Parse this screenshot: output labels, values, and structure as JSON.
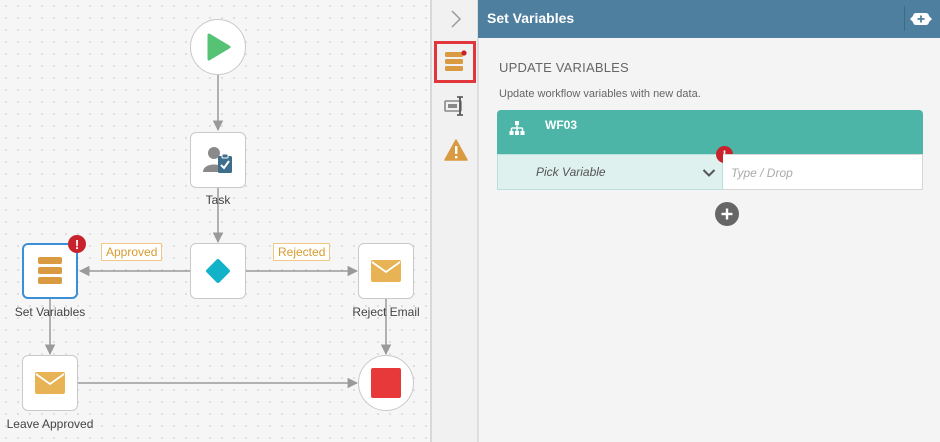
{
  "canvas": {
    "nodes": {
      "task_label": "Task",
      "set_variables_label": "Set Variables",
      "reject_email_label": "Reject Email",
      "leave_approved_label": "Leave Approved"
    },
    "edges": {
      "approved_label": "Approved",
      "rejected_label": "Rejected"
    },
    "error_glyph": "!"
  },
  "side_panel": {
    "icons": [
      "database-icon",
      "variable-resize-icon",
      "warning-icon"
    ]
  },
  "panel": {
    "title": "Set Variables",
    "section_title": "UPDATE VARIABLES",
    "section_desc": "Update workflow variables with new data.",
    "variable_card": {
      "workflow_name": "WF03",
      "pick_variable_label": "Pick Variable",
      "value_placeholder": "Type / Drop",
      "error_glyph": "!"
    }
  },
  "colors": {
    "header": "#4e7f9f",
    "card_header": "#4cb5a8",
    "error": "#c8232c",
    "start_green": "#56c274",
    "decision_teal": "#12b2c9",
    "stop_red": "#e8393a",
    "email_gold": "#e7b354",
    "db_orange": "#d99a41",
    "selected_blue": "#3a8fd6",
    "highlight_red": "#e0363c"
  }
}
